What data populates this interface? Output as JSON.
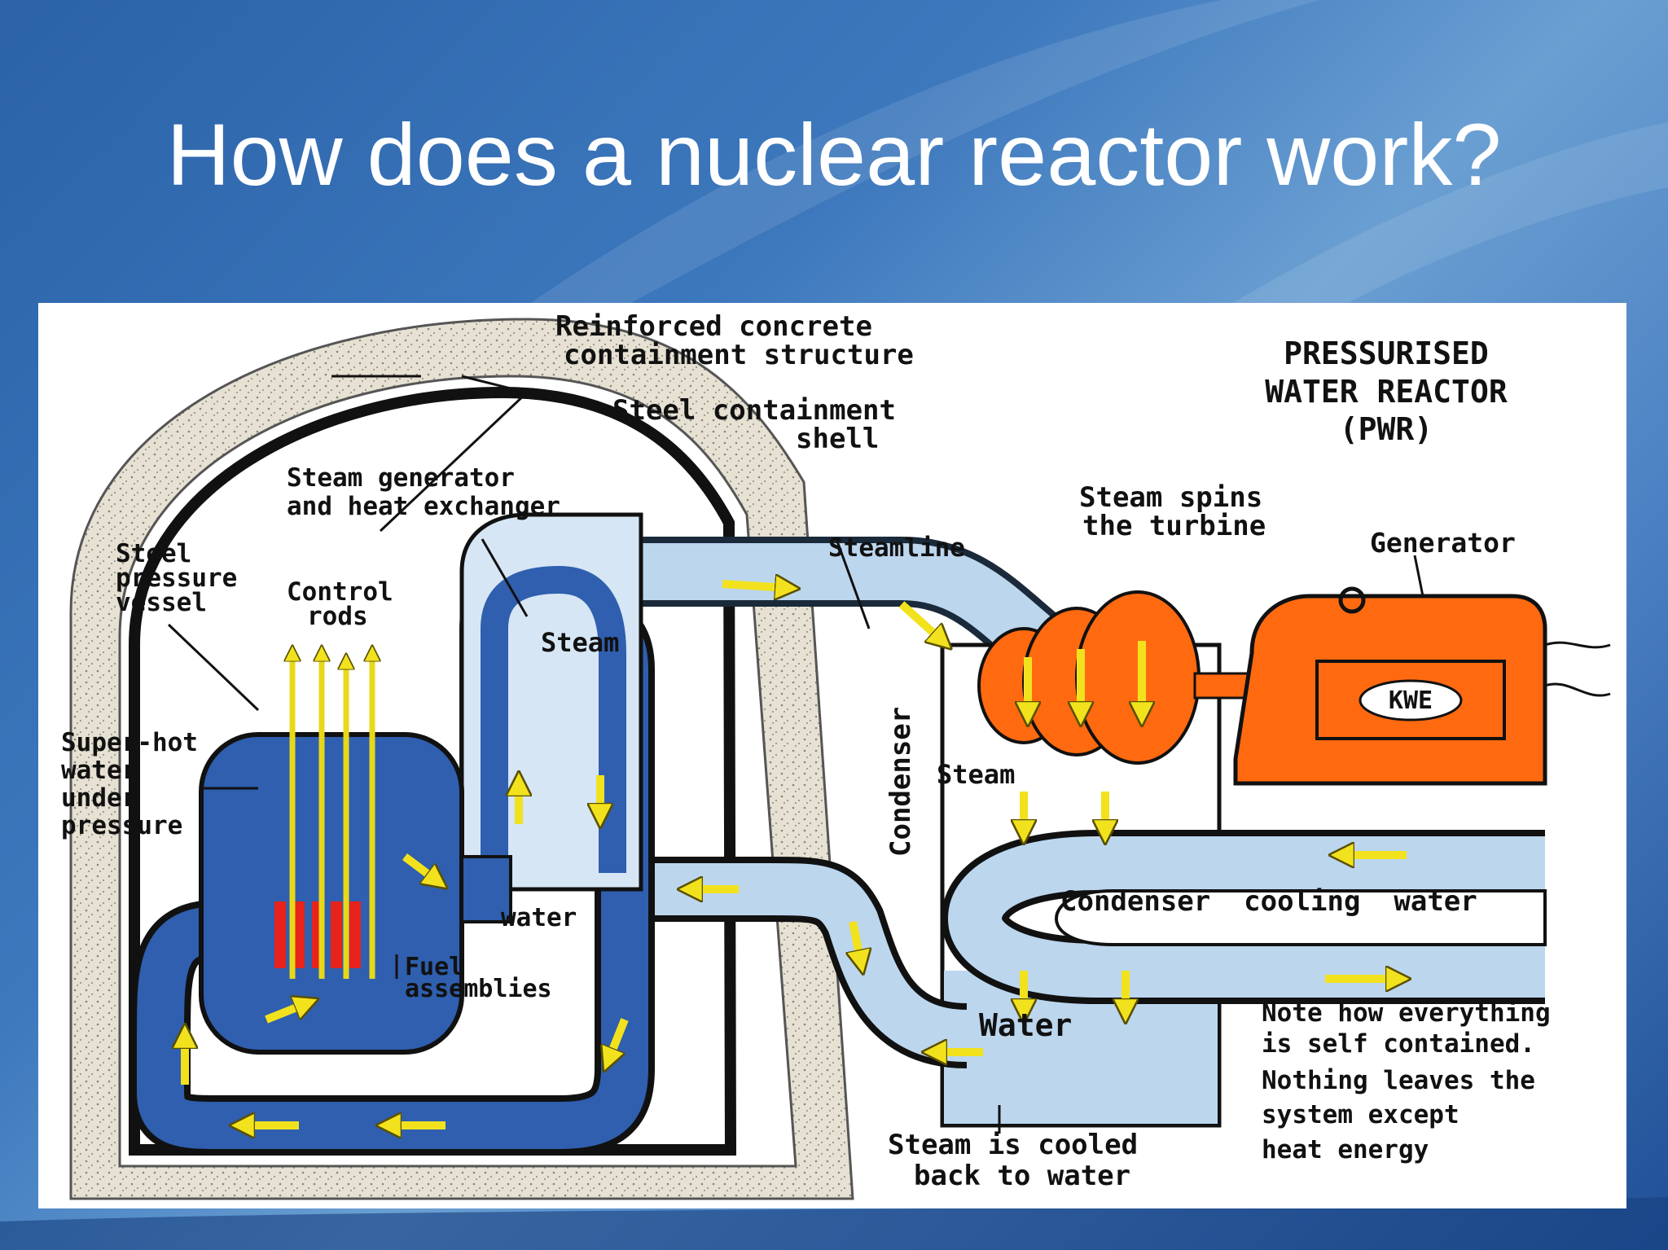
{
  "slide": {
    "title": "How does a nuclear reactor work?"
  },
  "diagram": {
    "heading": [
      "PRESSURISED",
      "WATER REACTOR",
      "(PWR)"
    ],
    "labels": {
      "containment_structure": [
        "Reinforced concrete",
        "containment structure"
      ],
      "steel_shell": [
        "Steel containment",
        "shell"
      ],
      "steam_generator": [
        "Steam generator",
        "and heat exchanger"
      ],
      "pressure_vessel": [
        "Steel",
        "pressure",
        "vessel"
      ],
      "control_rods": [
        "Control",
        "rods"
      ],
      "super_hot_water": [
        "Super-hot",
        "water",
        "under",
        "pressure"
      ],
      "steamline": "Steamline",
      "steam_spins": [
        "Steam spins",
        "the turbine"
      ],
      "generator": "Generator",
      "kwe": "KWE",
      "steam_top": "Steam",
      "steam_condenser": "Steam",
      "condenser": "Condenser",
      "water_loop": "water",
      "fuel_assemblies": [
        "Fuel",
        "assemblies"
      ],
      "condenser_cooling_water": "Condenser  cooling  water",
      "water_basin": "Water",
      "steam_cooled": [
        "Steam is cooled",
        "back to water"
      ]
    },
    "note": [
      "Note how everything",
      "is self contained.",
      "Nothing leaves the",
      "system except",
      "heat energy"
    ],
    "colors": {
      "primary_water": "#2f5fae",
      "secondary_water": "#bcd6ee",
      "arrow": "#f2e21e",
      "turbine": "#ff6a10",
      "fuel": "#e8231c",
      "concrete": "#e6e1d3"
    }
  }
}
